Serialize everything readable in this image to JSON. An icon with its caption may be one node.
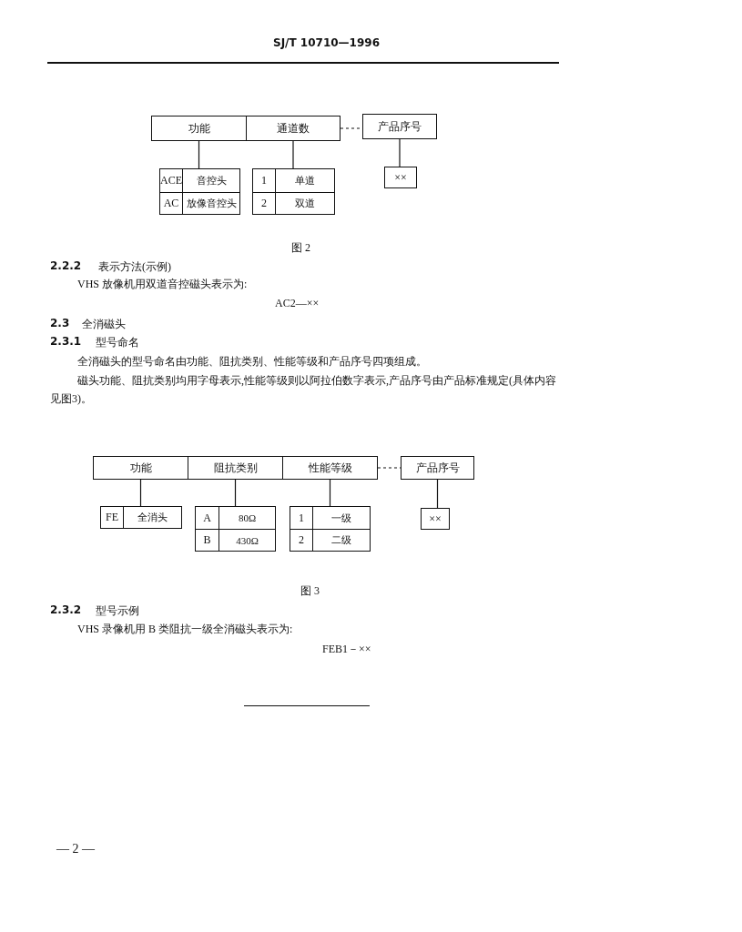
{
  "diagram": {
    "nodes": [
      {
        "text": [
          "功能"
        ]
      },
      {
        "text": [
          "通道数"
        ]
      },
      {
        "text": [
          "产品序号"
        ]
      },
      {
        "text": [
          "××"
        ]
      },
      {
        "text": [
          "ACE",
          "音控头",
          "AC",
          "放像音控头"
        ]
      },
      {
        "text": [
          "1",
          "单道",
          "2",
          "双道"
        ]
      },
      {
        "text": [
          "功能"
        ]
      },
      {
        "text": [
          "阻抗类别"
        ]
      },
      {
        "text": [
          "性能等级"
        ]
      },
      {
        "text": [
          "产品序号"
        ]
      },
      {
        "text": [
          "FE",
          "全消头"
        ]
      },
      {
        "text": [
          "A",
          "80Ω",
          "B",
          "430Ω"
        ]
      },
      {
        "text": [
          "1",
          "一级",
          "2",
          "二级"
        ]
      },
      {
        "text": [
          "××"
        ]
      }
    ],
    "edges": [
      {
        "from": 0,
        "to": 4,
        "arrow": "none"
      },
      {
        "from": 1,
        "to": 5,
        "arrow": "none"
      },
      {
        "from": 1,
        "to": 2,
        "arrow": "none",
        "style": "dashed"
      },
      {
        "from": 2,
        "to": 3,
        "arrow": "none"
      },
      {
        "from": 6,
        "to": 10,
        "arrow": "none"
      },
      {
        "from": 7,
        "to": 11,
        "arrow": "none"
      },
      {
        "from": 8,
        "to": 12,
        "arrow": "none"
      },
      {
        "from": 8,
        "to": 9,
        "arrow": "none",
        "style": "dashed"
      },
      {
        "from": 9,
        "to": 13,
        "arrow": "none"
      }
    ],
    "labels": [
      "SJ/T 10710—1996",
      "图 2",
      "2.2.2",
      "表示方法(示例)",
      "VHS 放像机用双道音控磁头表示为:",
      "AC2—××",
      "2.3",
      "全消磁头",
      "2.3.1",
      "型号命名",
      "全消磁头的型号命名由功能、阻抗类别、性能等级和产品序号四项组成。",
      "磁头功能、阻抗类别均用字母表示,性能等级则以阿拉伯数字表示,产品序号由产品标准规定(具体内容见图3)。",
      "图 3",
      "2.3.2",
      "型号示例",
      "VHS 录像机用 B 类阻抗一级全消磁头表示为:",
      "FEB1－××",
      "— 2 —"
    ]
  }
}
